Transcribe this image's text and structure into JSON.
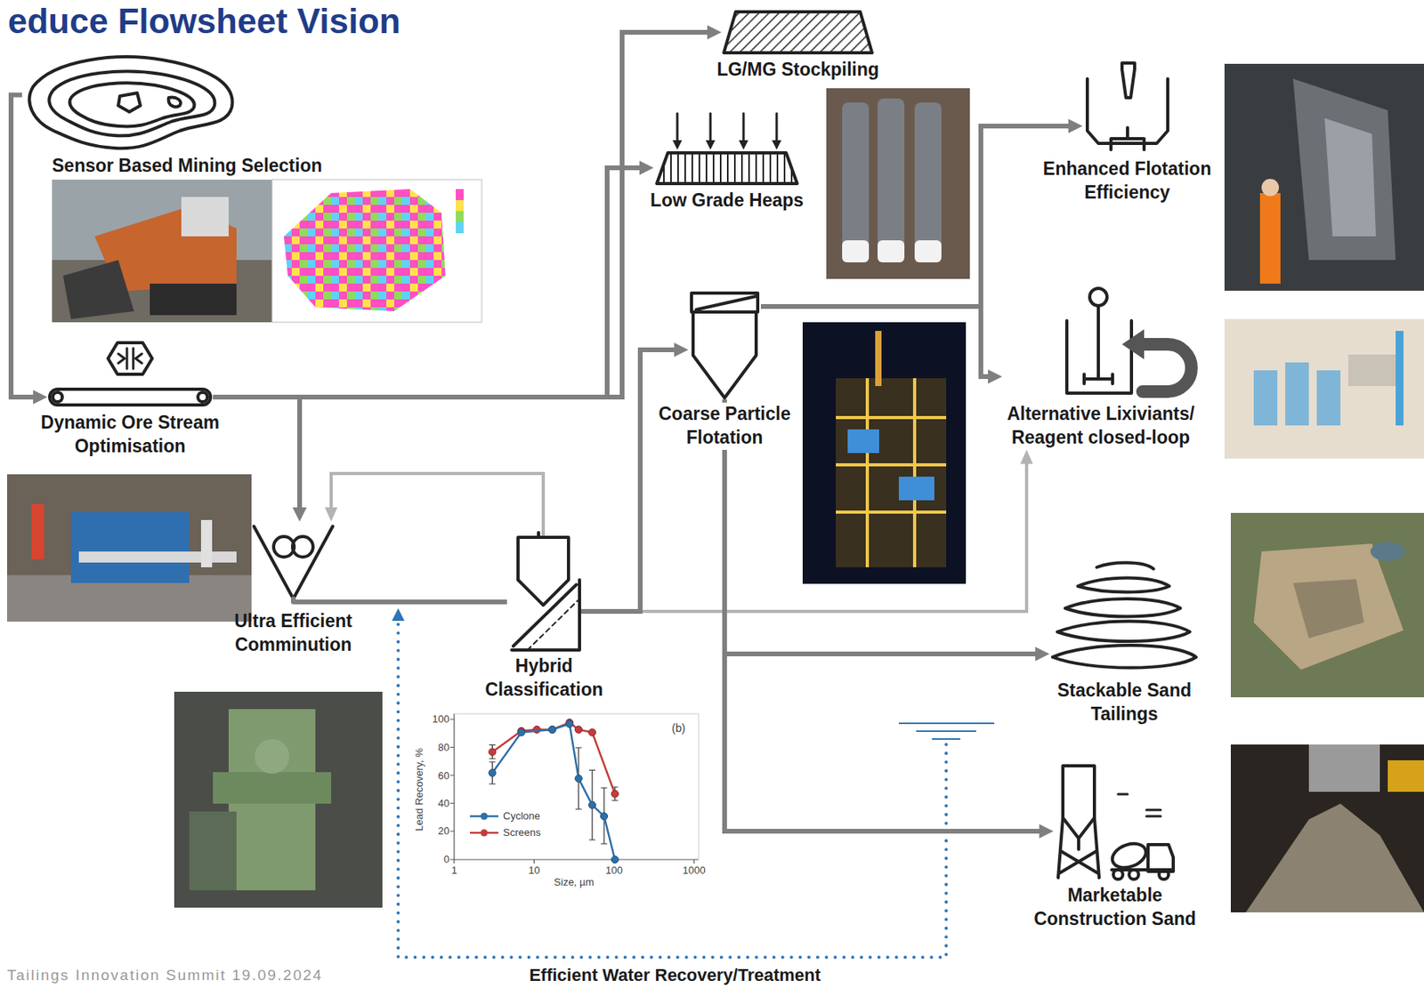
{
  "diagram": {
    "title": "educe Flowsheet Vision",
    "nodes": [
      {
        "text": [
          "Sensor Based Mining Selection"
        ]
      },
      {
        "text": [
          "Dynamic Ore Stream Optimisation"
        ]
      },
      {
        "text": [
          "LG/MG Stockpiling"
        ]
      },
      {
        "text": [
          "Low Grade Heaps"
        ]
      },
      {
        "text": [
          "Ultra Efficient Comminution"
        ]
      },
      {
        "text": [
          "Hybrid Classification"
        ]
      },
      {
        "text": [
          "Coarse Particle Flotation"
        ]
      },
      {
        "text": [
          "Enhanced Flotation Efficiency"
        ]
      },
      {
        "text": [
          "Alternative Lixiviants/ Reagent closed-loop"
        ]
      },
      {
        "text": [
          "Stackable Sand Tailings"
        ]
      },
      {
        "text": [
          "Marketable Construction Sand"
        ]
      }
    ],
    "edges": [
      {
        "from": 0,
        "to": 1,
        "arrow": "to"
      },
      {
        "from": 1,
        "to": 2,
        "arrow": "to"
      },
      {
        "from": 1,
        "to": 3,
        "arrow": "to"
      },
      {
        "from": 1,
        "to": 4,
        "arrow": "to"
      },
      {
        "from": 4,
        "to": 5,
        "arrow": "none"
      },
      {
        "from": 5,
        "to": 4,
        "arrow": "to"
      },
      {
        "from": 5,
        "to": 6,
        "arrow": "to"
      },
      {
        "from": 5,
        "to": 8,
        "arrow": "to"
      },
      {
        "from": 6,
        "to": 7,
        "arrow": "to"
      },
      {
        "from": 6,
        "to": 8,
        "arrow": "to"
      },
      {
        "from": 6,
        "to": 9,
        "arrow": "to"
      },
      {
        "from": 6,
        "to": 10,
        "arrow": "to"
      }
    ],
    "labels": [
      "100",
      "80",
      "60",
      "40",
      "20",
      "0",
      "1",
      "10",
      "100",
      "1000",
      "Lead Recovery, %",
      "Size, µm",
      "(b)",
      "Efficient Water Recovery/Treatment",
      "Tailings Innovation Summit 19.09.2024"
    ],
    "legend": [
      {
        "text": "Cyclone"
      },
      {
        "text": "Screens"
      }
    ]
  }
}
